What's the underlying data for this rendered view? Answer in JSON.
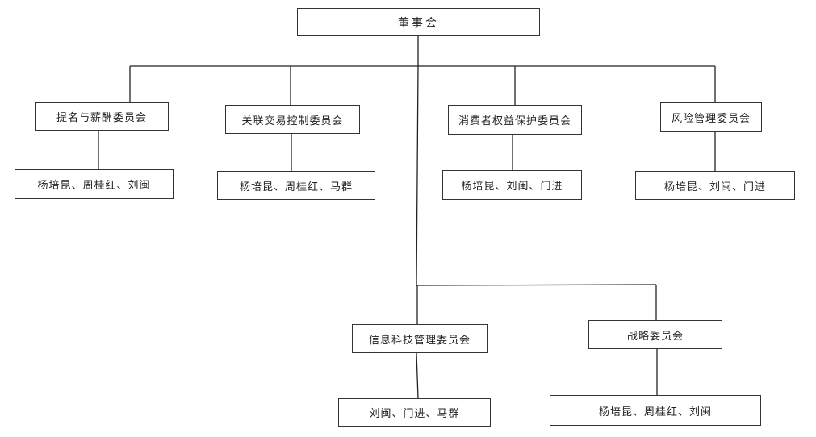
{
  "board": {
    "label": "董事会"
  },
  "committees": [
    {
      "name": "提名与薪酬委员会",
      "members": "杨培昆、周桂红、刘闽"
    },
    {
      "name": "关联交易控制委员会",
      "members": "杨培昆、周桂红、马群"
    },
    {
      "name": "消费者权益保护委员会",
      "members": "杨培昆、刘闽、门进"
    },
    {
      "name": "风险管理委员会",
      "members": "杨培昆、刘闽、门进"
    },
    {
      "name": "信息科技管理委员会",
      "members": "刘闽、门进、马群"
    },
    {
      "name": "战略委员会",
      "members": "杨培昆、周桂红、刘闽"
    }
  ]
}
